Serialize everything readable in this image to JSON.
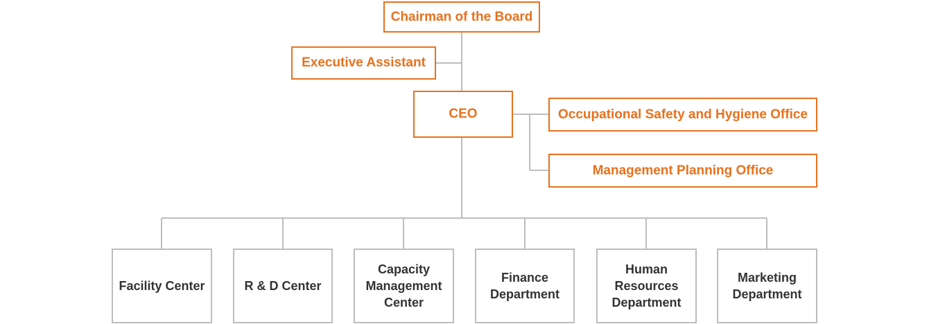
{
  "colors": {
    "executive": "#e8711d",
    "department": "#bdbdbd",
    "connector": "#bdbdbd",
    "text": "#333333"
  },
  "chart": {
    "chairman": "Chairman of the Board",
    "executive_assistant": "Executive Assistant",
    "ceo": "CEO",
    "safety_office": "Occupational Safety and Hygiene Office",
    "planning_office": "Management Planning Office",
    "departments": [
      "Facility Center",
      "R & D Center",
      "Capacity Management Center",
      "Finance Department",
      "Human Resources Department",
      "Marketing Department"
    ]
  }
}
